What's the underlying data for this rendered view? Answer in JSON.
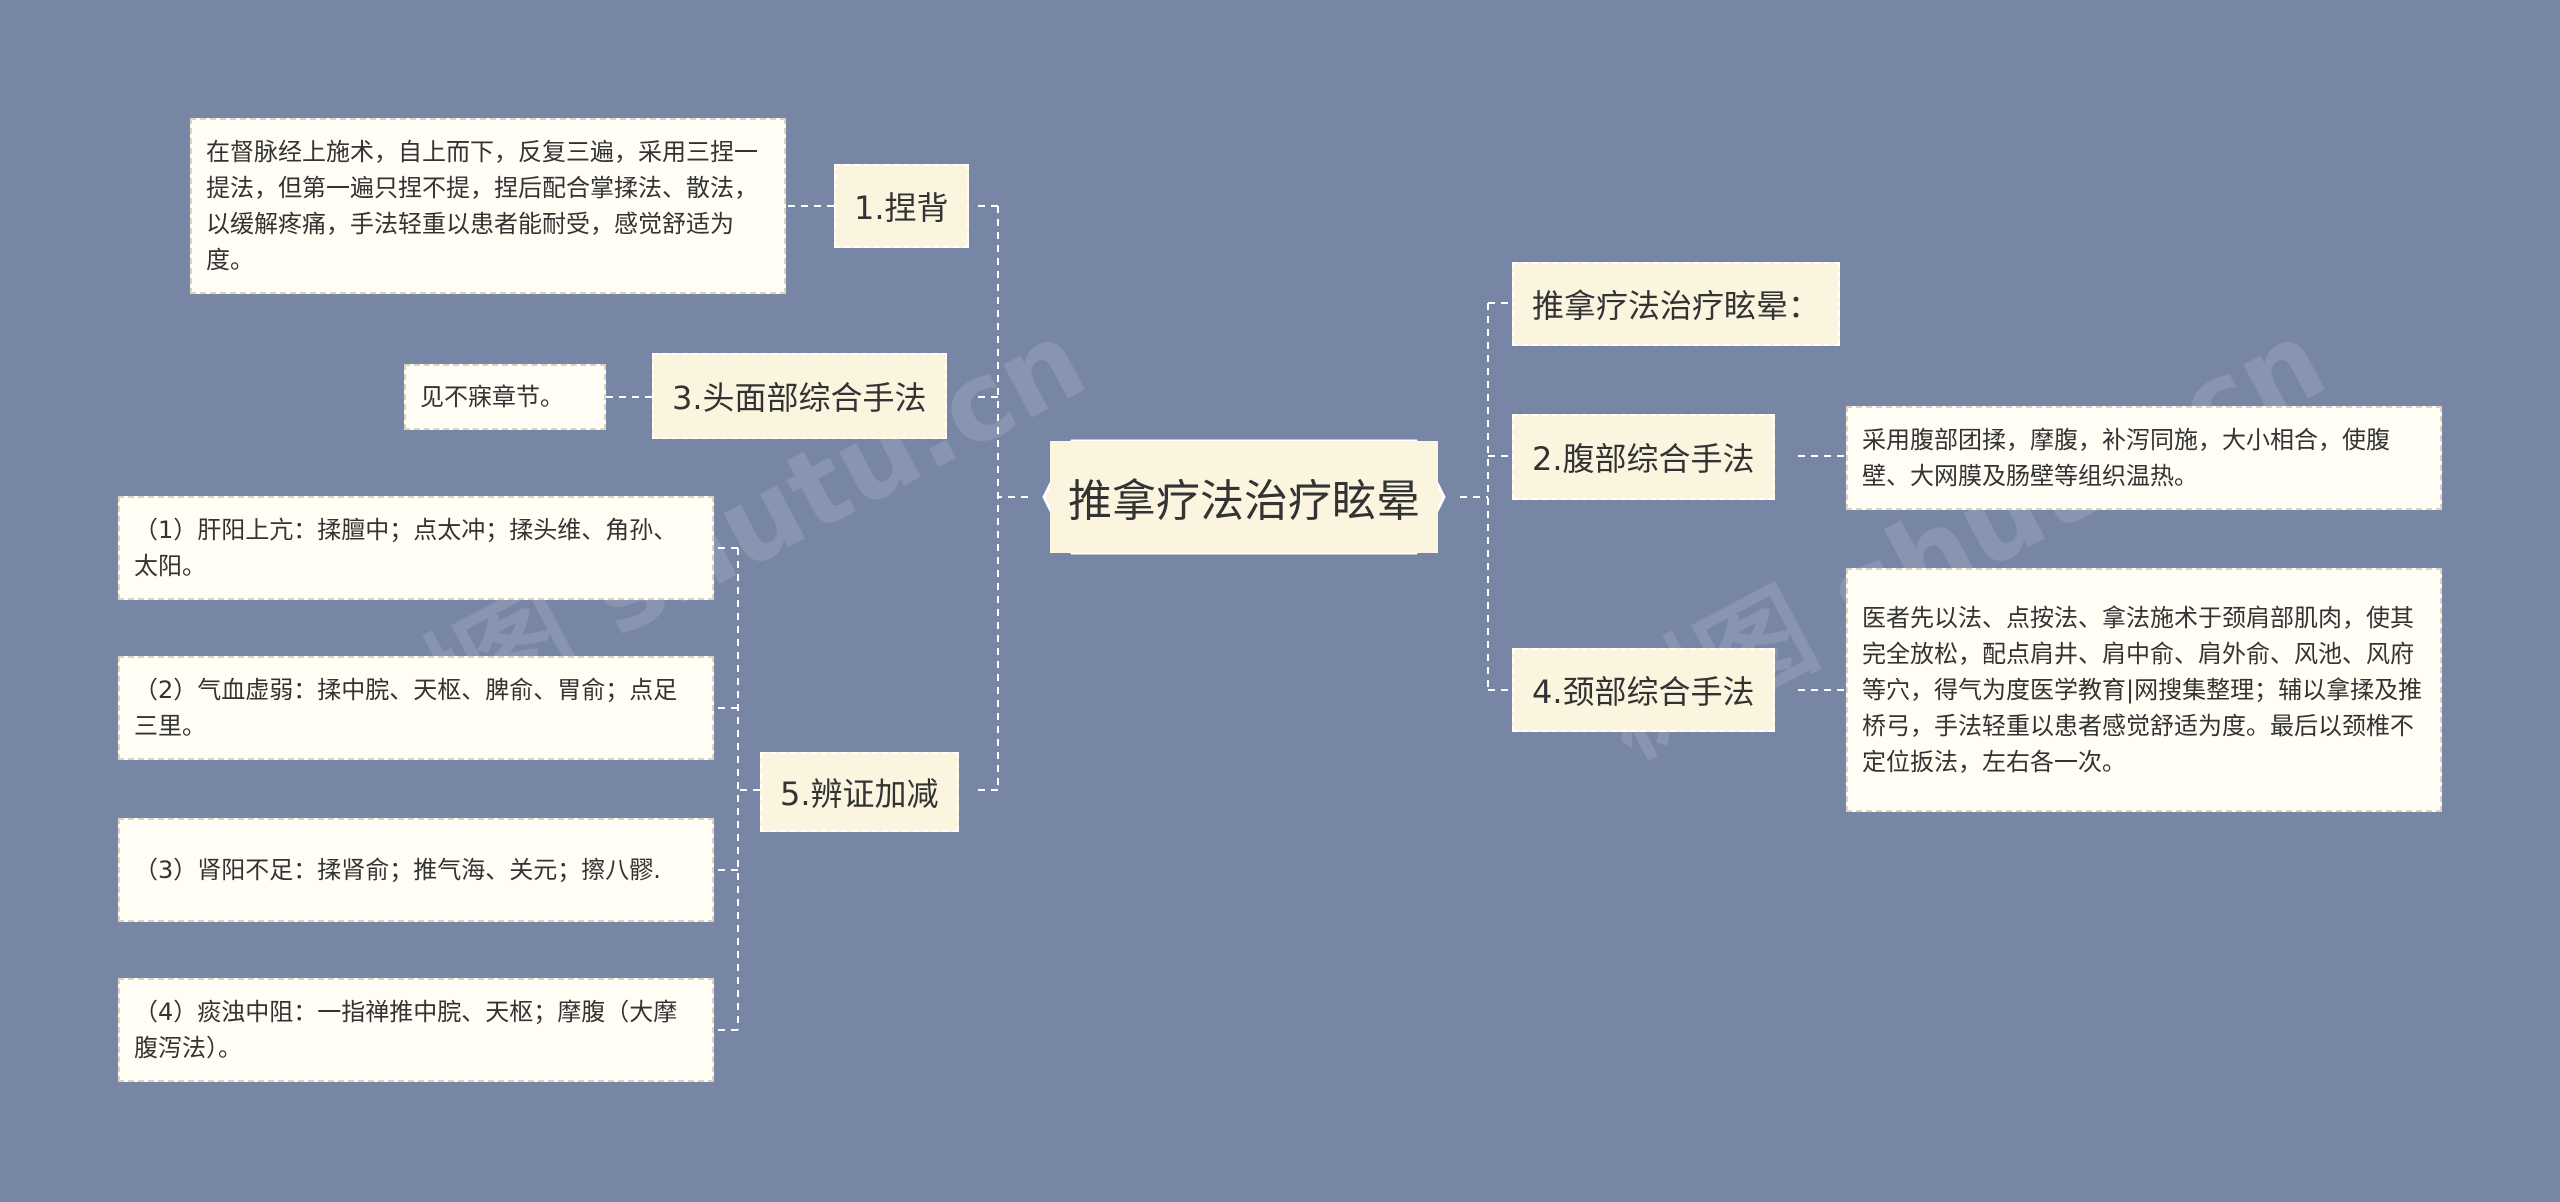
{
  "center": {
    "title": "推拿疗法治疗眩晕"
  },
  "left_branches": [
    {
      "label": "1.捏背",
      "leaves": [
        "在督脉经上施术，自上而下，反复三遍，采用三捏一提法，但第一遍只捏不提，捏后配合掌揉法、散法，以缓解疼痛，手法轻重以患者能耐受，感觉舒适为度。"
      ]
    },
    {
      "label": "3.头面部综合手法",
      "leaves": [
        "见不寐章节。"
      ]
    },
    {
      "label": "5.辨证加减",
      "leaves": [
        "（1）肝阳上亢：揉膻中；点太冲；揉头维、角孙、太阳。",
        "（2）气血虚弱：揉中脘、天枢、脾俞、胃俞；点足三里。",
        "（3）肾阳不足：揉肾俞；推气海、关元；擦八髎.",
        "（4）痰浊中阻：一指禅推中脘、天枢；摩腹（大摩腹泻法）。"
      ]
    }
  ],
  "right_branches": [
    {
      "label": "推拿疗法治疗眩晕：",
      "leaves": []
    },
    {
      "label": "2.腹部综合手法",
      "leaves": [
        "采用腹部团揉，摩腹，补泻同施，大小相合，使腹壁、大网膜及肠壁等组织温热。"
      ]
    },
    {
      "label": "4.颈部综合手法",
      "leaves": [
        "医者先以法、点按法、拿法施术于颈肩部肌肉，使其完全放松，配点肩井、肩中俞、肩外俞、风池、风府等穴，得气为度医学教育|网搜集整理；辅以拿揉及推桥弓，手法轻重以患者感觉舒适为度。最后以颈椎不定位扳法，左右各一次。"
      ]
    }
  ],
  "watermarks": [
    "树图 shutu.cn",
    "树图 shutu.cn"
  ],
  "colors": {
    "background": "#7886a5",
    "node_fill": "#fbf5e0",
    "leaf_fill": "#fffdf4",
    "line": "#ffffff",
    "text": "#333333"
  }
}
